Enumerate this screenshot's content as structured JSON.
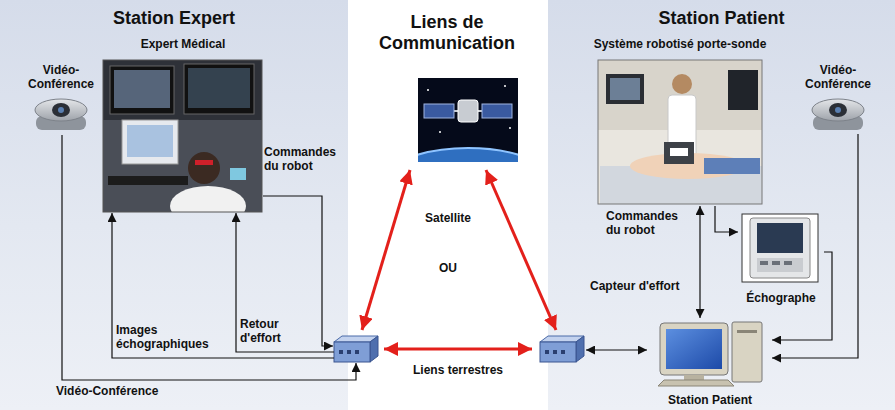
{
  "diagram": {
    "nodes": [
      {
        "text": [
          "Station Expert"
        ]
      },
      {
        "text": [
          "Vidéo-Conférence"
        ],
        "in": 0
      },
      {
        "text": [
          "Expert Médical"
        ],
        "in": 0
      },
      {
        "text": [
          "Station Patient"
        ]
      },
      {
        "text": [
          "Système robotisé porte-sonde"
        ],
        "in": 3
      },
      {
        "text": [
          "Vidéo-Conférence"
        ],
        "in": 3
      },
      {
        "text": [
          "Échographe"
        ],
        "in": 3
      },
      {
        "text": [
          "Station Patient"
        ],
        "in": 3
      }
    ],
    "edges": [
      {
        "from": 4,
        "to": 6,
        "arrow": "to"
      },
      {
        "from": 6,
        "to": 7,
        "arrow": "to"
      },
      {
        "from": 5,
        "to": 7,
        "arrow": "to"
      },
      {
        "from": 7,
        "to": 4,
        "arrow": "both",
        "label": "Capteur d'effort"
      }
    ],
    "labels": [
      "Commandes du robot",
      "Retour d'effort",
      "Images échographiques",
      "Vidéo-Conférence",
      "Liens de Communication",
      "Satellite",
      "OU",
      "Liens terrestres",
      "Commandes du robot"
    ]
  }
}
